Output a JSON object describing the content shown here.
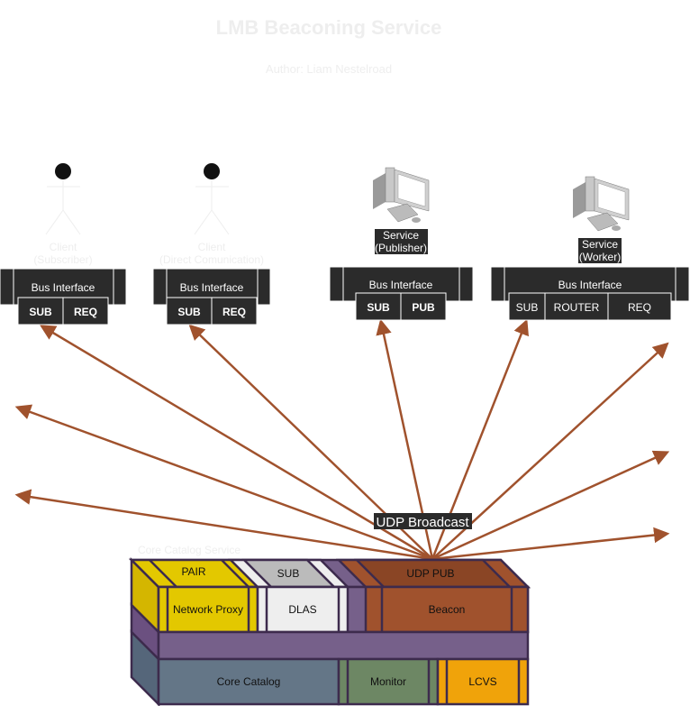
{
  "title": "LMB Beaconing Service",
  "author": "Author: Liam Nestelroad",
  "actors": [
    {
      "label_line1": "Client",
      "label_line2": "(Subscriber)",
      "bus_label": "Bus Interface",
      "sockets": [
        "SUB",
        "REQ"
      ]
    },
    {
      "label_line1": "Client",
      "label_line2": "(Direct Comunication)",
      "bus_label": "Bus Interface",
      "sockets": [
        "SUB",
        "REQ"
      ]
    },
    {
      "label_line1": "Service",
      "label_line2": "(Publisher)",
      "bus_label": "Bus Interface",
      "sockets": [
        "SUB",
        "PUB"
      ]
    },
    {
      "label_line1": "Service",
      "label_line2": "(Worker)",
      "bus_label": "Bus Interface",
      "sockets": [
        "SUB",
        "ROUTER",
        "REQ"
      ]
    }
  ],
  "broadcast_label": "UDP Broadcast",
  "core_service": {
    "label": "Core Catalog Service",
    "top_sockets": [
      "PAIR",
      "SUB",
      "UDP PUB"
    ],
    "mid_boxes": [
      "Network Proxy",
      "DLAS",
      "Beacon"
    ],
    "bottom_boxes": [
      "Core Catalog",
      "Monitor",
      "LCVS"
    ]
  },
  "colors": {
    "arrow": "#a0522d",
    "dark_box": "#2b2b2b",
    "yellow": "#e3c800",
    "grey": "#bbbbbb",
    "brown": "#a0522d",
    "purple": "#76608a",
    "slate": "#647687",
    "green": "#6d8764",
    "orange": "#f0a30a"
  }
}
